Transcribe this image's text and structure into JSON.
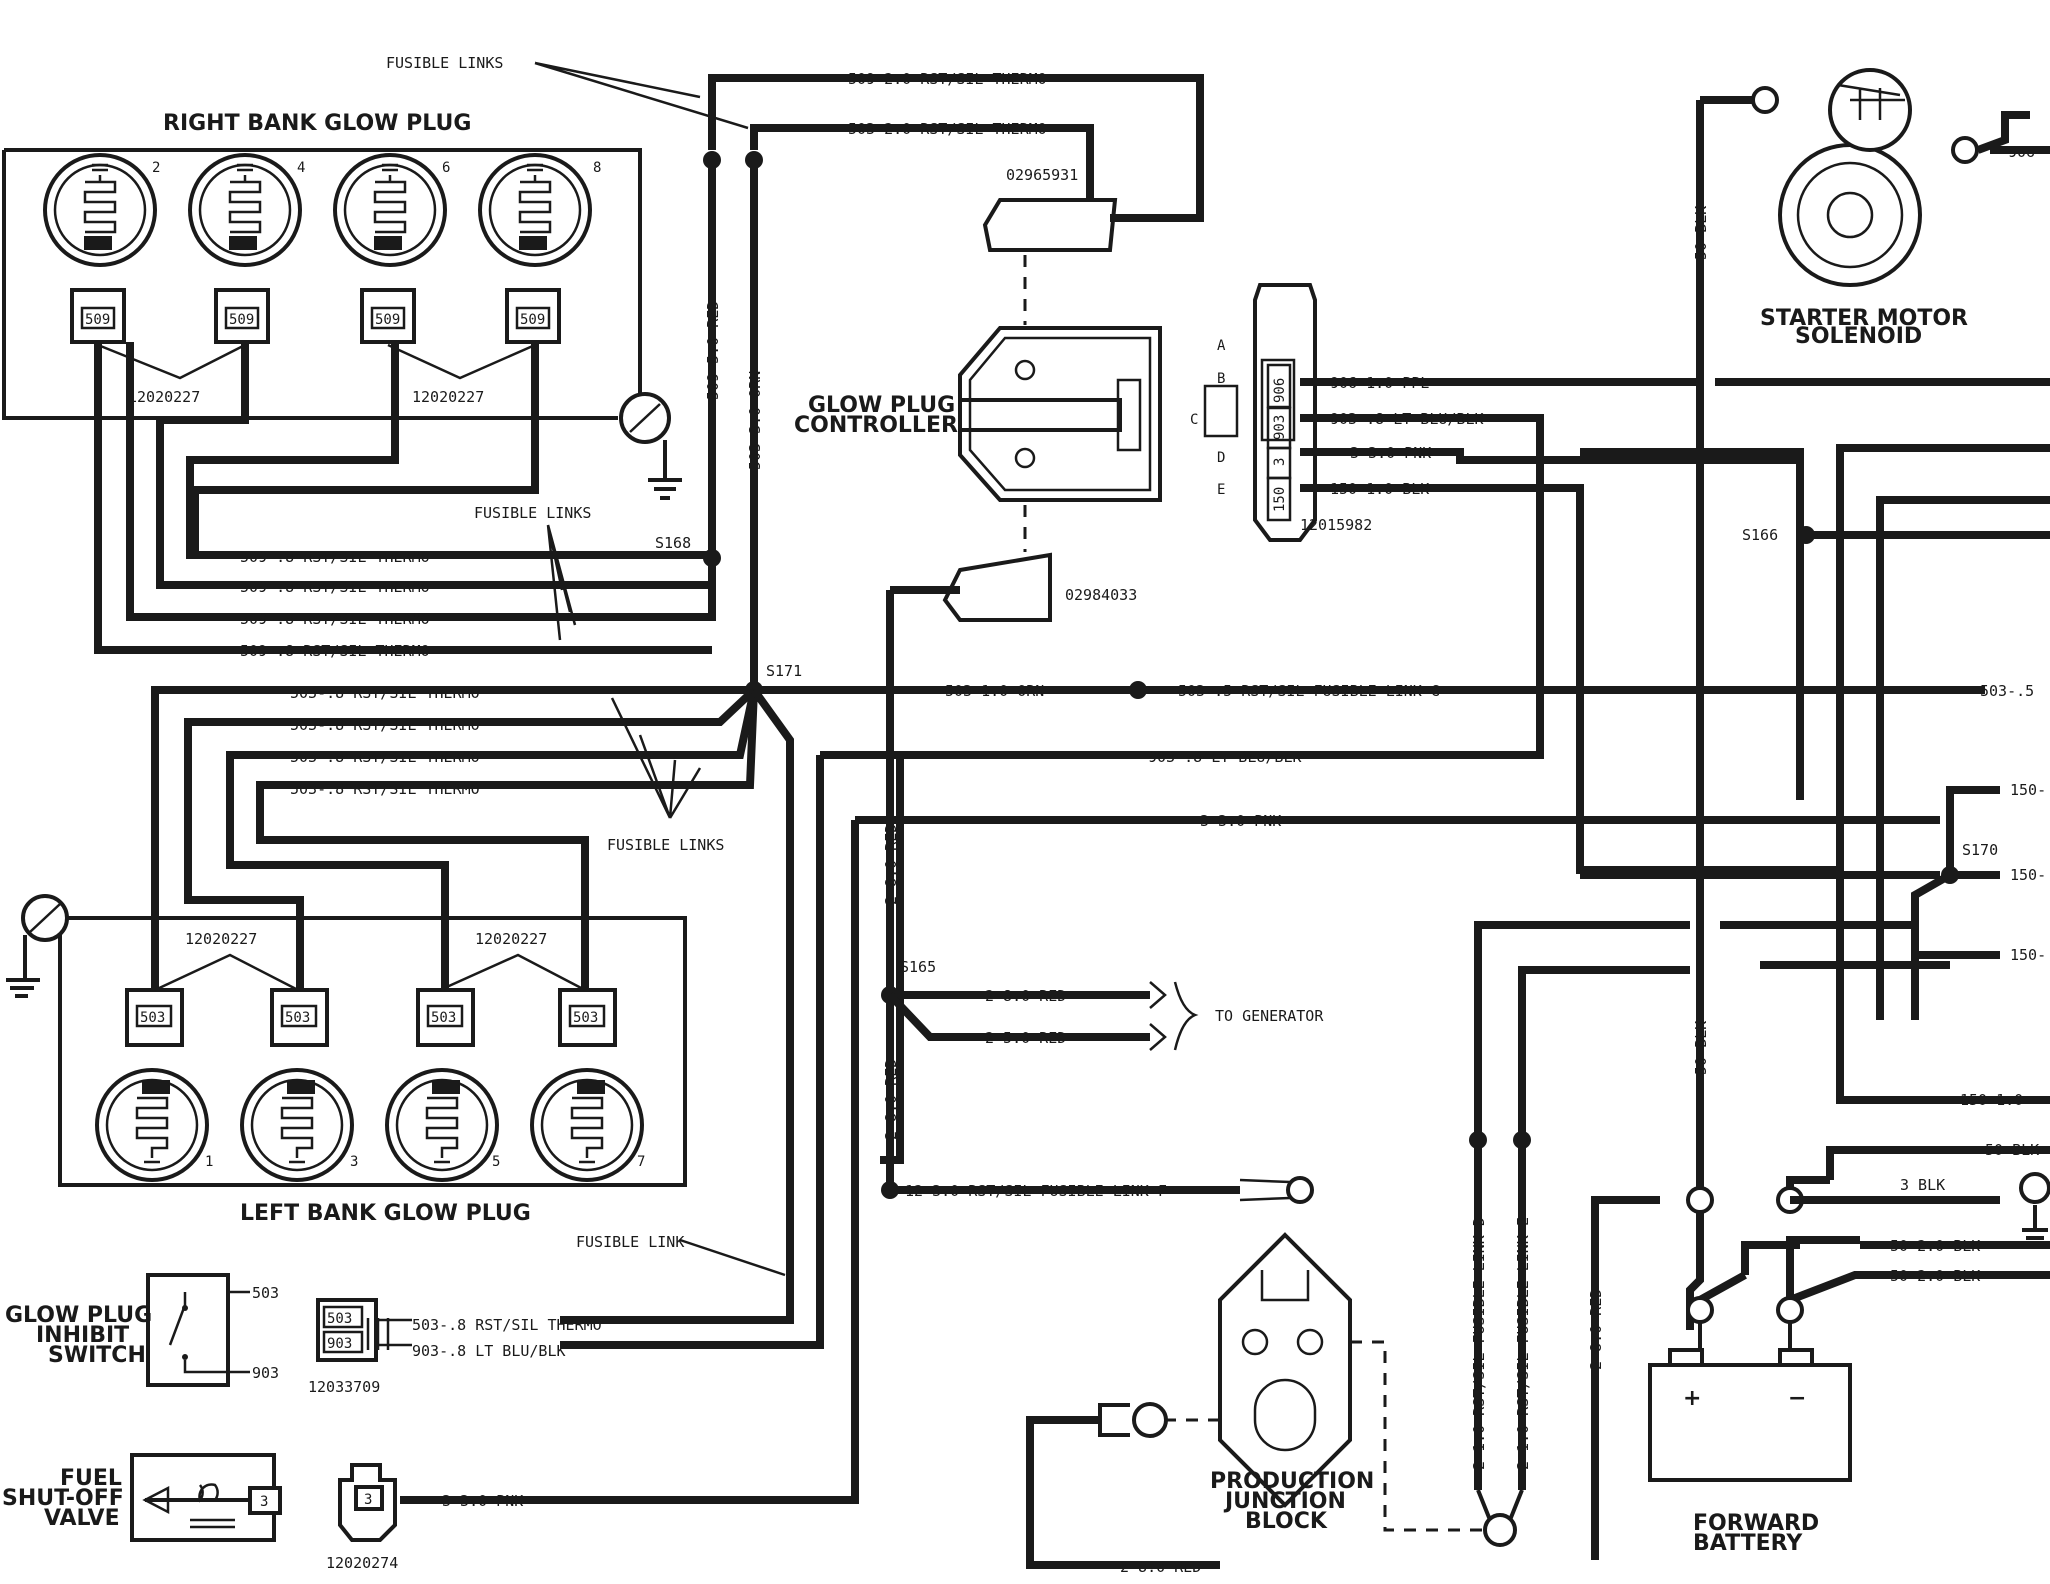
{
  "titles": {
    "right_bank": "RIGHT BANK GLOW PLUG",
    "left_bank": "LEFT BANK GLOW PLUG",
    "controller_1": "GLOW PLUG",
    "controller_2": "CONTROLLER",
    "starter_1": "STARTER MOTOR",
    "starter_2": "SOLENOID",
    "inhibit_1": "GLOW PLUG",
    "inhibit_2": "INHIBIT",
    "inhibit_3": "SWITCH",
    "fuel_1": "FUEL",
    "fuel_2": "SHUT-OFF",
    "fuel_3": "VALVE",
    "pjb_1": "PRODUCTION",
    "pjb_2": "JUNCTION",
    "pjb_3": "BLOCK",
    "battery_1": "FORWARD",
    "battery_2": "BATTERY",
    "to_generator": "TO GENERATOR"
  },
  "labels": {
    "fusible_links": "FUSIBLE LINKS",
    "fusible_link": "FUSIBLE LINK",
    "w509_20": "509-2.0 RST/SIL THERMO",
    "w503_20": "503-2.0 RST/SIL THERMO",
    "w509_50": "509-5.0 RED",
    "w503_30": "503-3.0 ORN",
    "w509_8": "509-.8 RST/SIL THERMO",
    "w503_8": "503-.8 RST/SIL THERMO",
    "w503_10": "503-1.0 ORN",
    "w503_5_g": "503-.5 RST/SIL FUSIBLE LINK G",
    "w503_5": "503-.5",
    "w903_8": "903-.8 LT BLU/BLK",
    "w3_30": "3-3.0 PNK",
    "w906_10": "906-1.0 PPL",
    "w150_10": "150-1.0 BLK",
    "w150_10_b": "150-1.0",
    "w150": "150-",
    "w906": "906-",
    "w2_80_red": "2-8.0 RED",
    "w2_50_red": "2-5.0 RED",
    "w12_30": "12-3.0 RST/SIL FUSIBLE LINK F",
    "w2_10_d": "2-1.0 RST/SIL FUSIBLE LINK D",
    "w2_10_e": "2-1.0 RST/SIL FUSIBLE LINK E",
    "w50_blk": "50 BLK",
    "w3_blk": "3 BLK",
    "w50_20": "50-2.0 BLK",
    "w2_80_red_v": "2-8.0 RED"
  },
  "parts": {
    "p12020227": "12020227",
    "p02965931": "02965931",
    "p02984033": "02984033",
    "p12015982": "12015982",
    "p12033709": "12033709",
    "p12020274": "12020274"
  },
  "splices": {
    "s168": "S168",
    "s171": "S171",
    "s165": "S165",
    "s166": "S166",
    "s170": "S170"
  },
  "connector_pins": [
    "A",
    "B",
    "C",
    "D",
    "E"
  ],
  "cavity_numbers": [
    "906",
    "903",
    "3",
    "150"
  ],
  "plug_numbers_right": [
    "2",
    "4",
    "6",
    "8"
  ],
  "plug_numbers_left": [
    "1",
    "3",
    "5",
    "7"
  ],
  "connector_509": "509",
  "connector_503": "503",
  "inhibit_terms": [
    "503",
    "903"
  ],
  "fuel_term": "3",
  "battery_terms": [
    "+",
    "−"
  ]
}
